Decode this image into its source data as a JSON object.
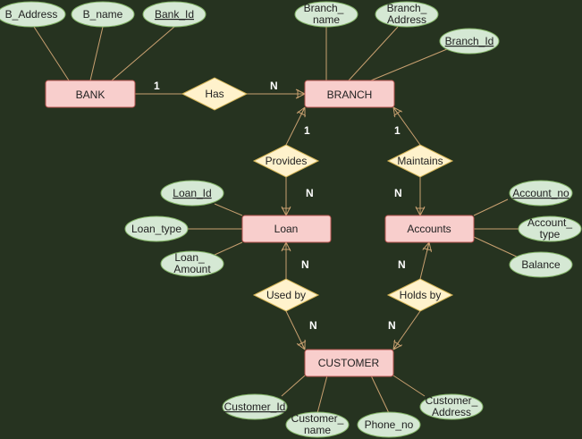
{
  "colors": {
    "background": "#263320",
    "entity_fill": "#f8cecc",
    "entity_stroke": "#b85450",
    "relationship_fill": "#fff2cc",
    "relationship_stroke": "#d6b656",
    "attribute_fill": "#d5e8d4",
    "attribute_stroke": "#82b366",
    "edge": "#c8a070",
    "cardinality_text": "#ffffff"
  },
  "entities": {
    "bank": "BANK",
    "branch": "BRANCH",
    "loan": "Loan",
    "accounts": "Accounts",
    "customer": "CUSTOMER"
  },
  "relationships": {
    "has": "Has",
    "provides": "Provides",
    "maintains": "Maintains",
    "used_by": "Used by",
    "holds_by": "Holds by"
  },
  "attributes": {
    "b_address": "B_Address",
    "b_name": "B_name",
    "bank_id": "Bank_Id",
    "branch_name": [
      "Branch_",
      "name"
    ],
    "branch_address": [
      "Branch_",
      "Address"
    ],
    "branch_id": "Branch_Id",
    "loan_id": "Loan_Id",
    "loan_type": "Loan_type",
    "loan_amount": [
      "Loan_",
      "Amount"
    ],
    "account_no": "Account_no",
    "account_type": [
      "Account_",
      "type"
    ],
    "balance": "Balance",
    "customer_id": "Customer_Id",
    "customer_name": [
      "Customer_",
      "name"
    ],
    "phone_no": "Phone_no",
    "customer_address": [
      "Customer_",
      "Address"
    ]
  },
  "cardinalities": {
    "bank_has": "1",
    "has_branch": "N",
    "branch_provides": "1",
    "provides_loan": "N",
    "branch_maintains": "1",
    "maintains_accounts": "N",
    "loan_usedby": "N",
    "usedby_customer": "N",
    "accounts_holdsby": "N",
    "holdsby_customer": "N"
  }
}
